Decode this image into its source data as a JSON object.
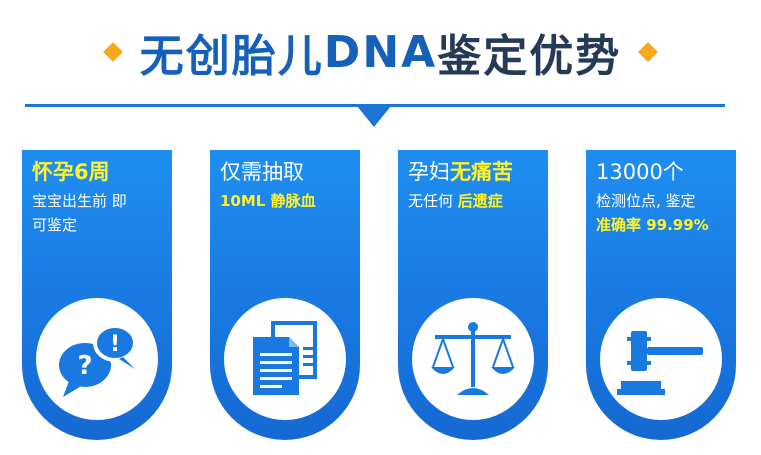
{
  "header": {
    "title_part1": "无创胎儿",
    "title_part2": "DNA",
    "title_part3": "鉴定优势"
  },
  "colors": {
    "accent_blue": "#1c75d6",
    "card_blue": "#1f8ef1",
    "highlight_yellow": "#fff22a",
    "diamond_orange": "#f7a81b",
    "title_blue": "#1560b8",
    "title_dark": "#253a57"
  },
  "cards": [
    {
      "line1": "怀孕6周",
      "line2": "宝宝出生前 即",
      "line3": "可鉴定",
      "icon": "speech-bubbles-icon"
    },
    {
      "line1": "仅需抽取",
      "line2_a": "10ML ",
      "line2_b": "静脉血",
      "icon": "documents-icon"
    },
    {
      "line1_a": "孕妇",
      "line1_b": "无痛苦",
      "line2_a": "无任何 ",
      "line2_b": "后遗症",
      "icon": "scales-icon"
    },
    {
      "line1": "13000个",
      "line2": "检测位点, 鉴定",
      "line3": "准确率 99.99%",
      "icon": "gavel-icon"
    }
  ]
}
